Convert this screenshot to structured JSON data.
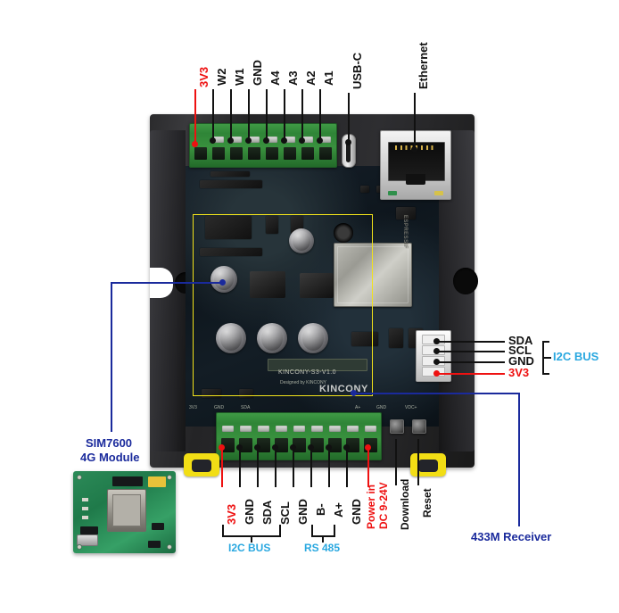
{
  "diagram": {
    "title": "KINCONY-S3-V1.0 board pinout diagram",
    "board_silkscreen": "KINCONY-S3-V1.0",
    "board_silkscreen_sub": "Designed by KINCONY",
    "board_brand": "KINCONY",
    "module_chip": "ESPRESSIF"
  },
  "colors": {
    "red_label": "#ee1111",
    "black_label": "#111111",
    "cyan_label": "#2aa8e0",
    "navy_label": "#1a2a9c",
    "highlight_box": "#f2e31a",
    "terminal_green": "#2f8537",
    "clip_yellow": "#f2de15"
  },
  "top_terminal": {
    "name": "top-terminal-block",
    "pins": [
      {
        "label": "3V3",
        "color": "red"
      },
      {
        "label": "W2",
        "color": "black"
      },
      {
        "label": "W1",
        "color": "black"
      },
      {
        "label": "GND",
        "color": "black"
      },
      {
        "label": "A4",
        "color": "black"
      },
      {
        "label": "A3",
        "color": "black"
      },
      {
        "label": "A2",
        "color": "black"
      },
      {
        "label": "A1",
        "color": "black"
      }
    ]
  },
  "top_ports": [
    {
      "label": "USB-C",
      "color": "black"
    },
    {
      "label": "Ethernet",
      "color": "black"
    }
  ],
  "right_connector": {
    "name": "i2c-connector",
    "group_label": "I2C BUS",
    "pins": [
      {
        "label": "SDA",
        "color": "black"
      },
      {
        "label": "SCL",
        "color": "black"
      },
      {
        "label": "GND",
        "color": "black"
      },
      {
        "label": "3V3",
        "color": "red"
      }
    ]
  },
  "bottom_terminal": {
    "name": "bottom-terminal-block",
    "pins": [
      {
        "label": "3V3",
        "color": "red"
      },
      {
        "label": "GND",
        "color": "black"
      },
      {
        "label": "SDA",
        "color": "black"
      },
      {
        "label": "SCL",
        "color": "black"
      },
      {
        "label": "GND",
        "color": "black"
      },
      {
        "label": "B-",
        "color": "black"
      },
      {
        "label": "A+",
        "color": "black"
      },
      {
        "label": "GND",
        "color": "black"
      },
      {
        "label": "Power in\nDC 9-24V",
        "color": "red"
      }
    ],
    "groups": [
      {
        "label": "I2C BUS"
      },
      {
        "label": "RS 485"
      }
    ]
  },
  "bottom_buttons": [
    {
      "label": "Download",
      "color": "black"
    },
    {
      "label": "Reset",
      "color": "black"
    }
  ],
  "annotations": {
    "sim_module_line1": "SIM7600",
    "sim_module_line2": "4G Module",
    "receiver_433m": "433M Receiver"
  },
  "power_label": {
    "line1": "Power in",
    "line2": "DC 9-24V"
  }
}
